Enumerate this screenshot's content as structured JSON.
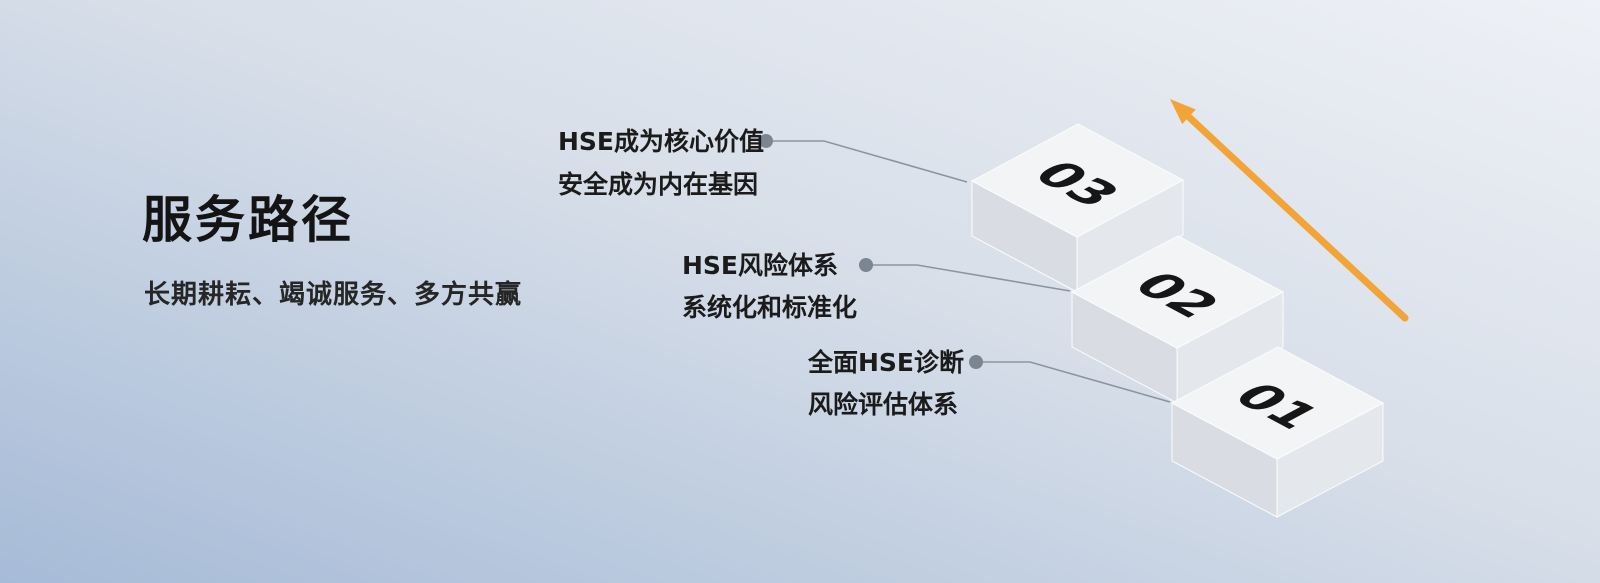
{
  "page": {
    "title": "服务路径",
    "subtitle": "长期耕耘、竭诚服务、多方共赢"
  },
  "steps": [
    {
      "number": "03",
      "label_line1": "HSE成为核心价值",
      "label_line2": "安全成为内在基因"
    },
    {
      "number": "02",
      "label_line1": "HSE风险体系",
      "label_line2": "系统化和标准化"
    },
    {
      "number": "01",
      "label_line1": "全面HSE诊断",
      "label_line2": "风险评估体系"
    }
  ],
  "arrow": {
    "color": "#F2A438"
  },
  "colors": {
    "background_top": "#eef1f6",
    "background_bottom": "#a6bbd7",
    "step_top_face": "#f3f4f6",
    "step_front_face": "#d9dde3",
    "step_right_face": "#e4e7ec",
    "connector": "#8b95a1",
    "dot": "#7b8692",
    "text": "#1b1b1b",
    "title_text": "#141414"
  }
}
